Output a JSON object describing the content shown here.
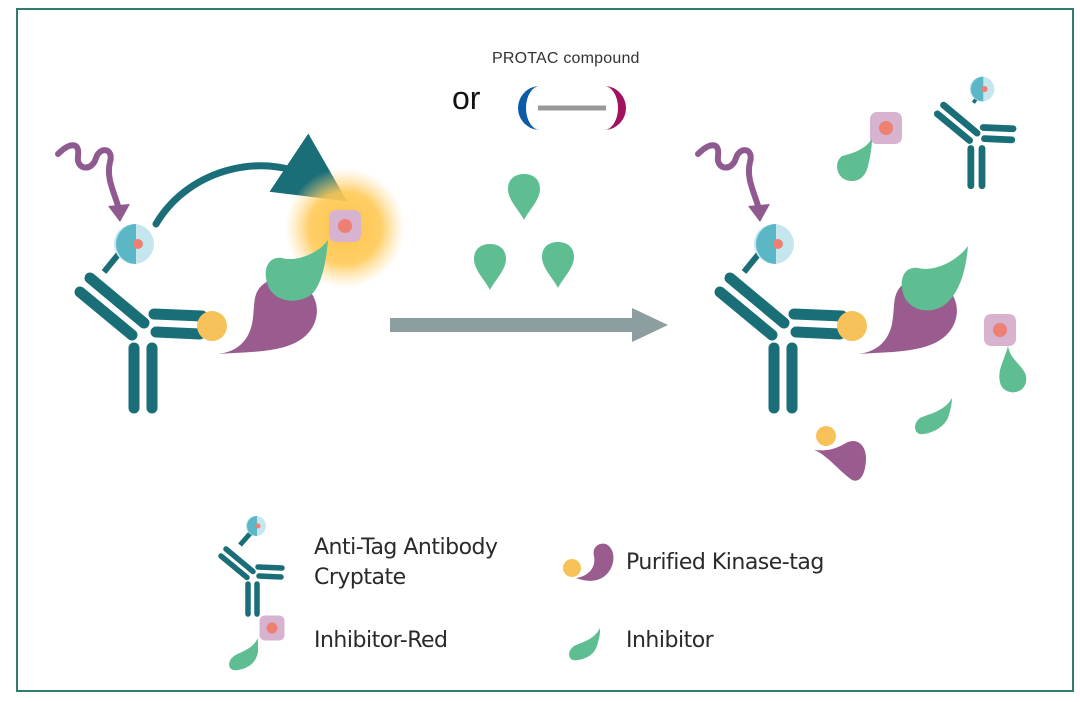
{
  "labels": {
    "protac": "PROTAC compound",
    "or": "or"
  },
  "legend": {
    "antibody_line1": "Anti-Tag Antibody",
    "antibody_line2": "Cryptate",
    "kinase": "Purified Kinase-tag",
    "inhibitor_red": "Inhibitor-Red",
    "inhibitor": "Inhibitor"
  },
  "colors": {
    "frame": "#2f7d6f",
    "antibody": "#1a6e78",
    "cryptate": "#5bb7c6",
    "cryptate_light": "#c6e6ee",
    "excitation_wave": "#8f5a8f",
    "kinase": "#9a5b8e",
    "tag": "#f7c25a",
    "inhibitor": "#5fbd92",
    "red_acceptor_box": "#d8b3cf",
    "red_acceptor_dot": "#ee7f73",
    "fret_glow": "#ffcc55",
    "fret_arrow": "#1a6e78",
    "process_arrow": "#8c9ea0",
    "protac_left": "#0d5aa8",
    "protac_right": "#a0125f",
    "protac_linker": "#999999"
  },
  "icons": [
    "antibody-icon",
    "cryptate-icon",
    "kinase-icon",
    "inhibitor-icon",
    "inhibitor-red-icon",
    "protac-icon",
    "wave-icon"
  ]
}
